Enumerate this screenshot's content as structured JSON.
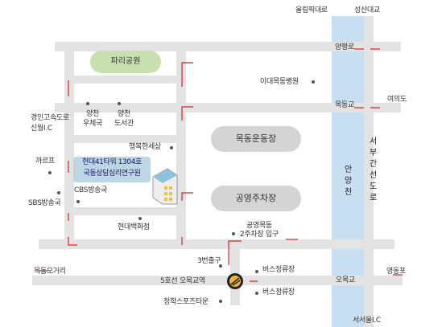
{
  "colors": {
    "road": "#e3e3e3",
    "river": "#c8dff2",
    "arrow": "#dd2222",
    "park": "#c8e0b0",
    "landmark": "#d4d4d4",
    "callout": "#bcd6e4",
    "dot": "#555555"
  },
  "roads": {
    "olympic": "올림픽대로",
    "seongsan": "성산대교",
    "yangpyeong": "양평로",
    "yeouido": "여의도",
    "mokdonggyo": "목동교",
    "gyeongin": "경인고속도로\n신월I.C",
    "mokdong_ogeori": "목동오거리",
    "yeongdeungpo": "영동포",
    "omokgyo": "오목교",
    "seoseoul": "서서울I.C",
    "seobu": "서부간선도로"
  },
  "river": {
    "name": "안양천"
  },
  "places": {
    "park": "파리공원",
    "hospital": "이대목동병원",
    "yangcheon_office": "양천\n우체국",
    "yangcheon_library": "양천\n도서관",
    "mokdong_stadium": "목동운동장",
    "haengbok": "행복한세상",
    "carrefour": "까르프",
    "cbs": "CBS방송국",
    "sbs": "SBS방송국",
    "hyundai_dept": "현대백화점",
    "public_parking_big": "공영주차장",
    "public_parking_small": "공영목동\n2주차장 입구",
    "exit3": "3번출구",
    "station": "5호선 오목교역",
    "bus1": "버스정류장",
    "bus2": "버스정류장",
    "sports_town": "정학스포츠타운"
  },
  "destination": {
    "line1": "현대41타워 1304호",
    "line2": "국동상담심리연구원"
  }
}
